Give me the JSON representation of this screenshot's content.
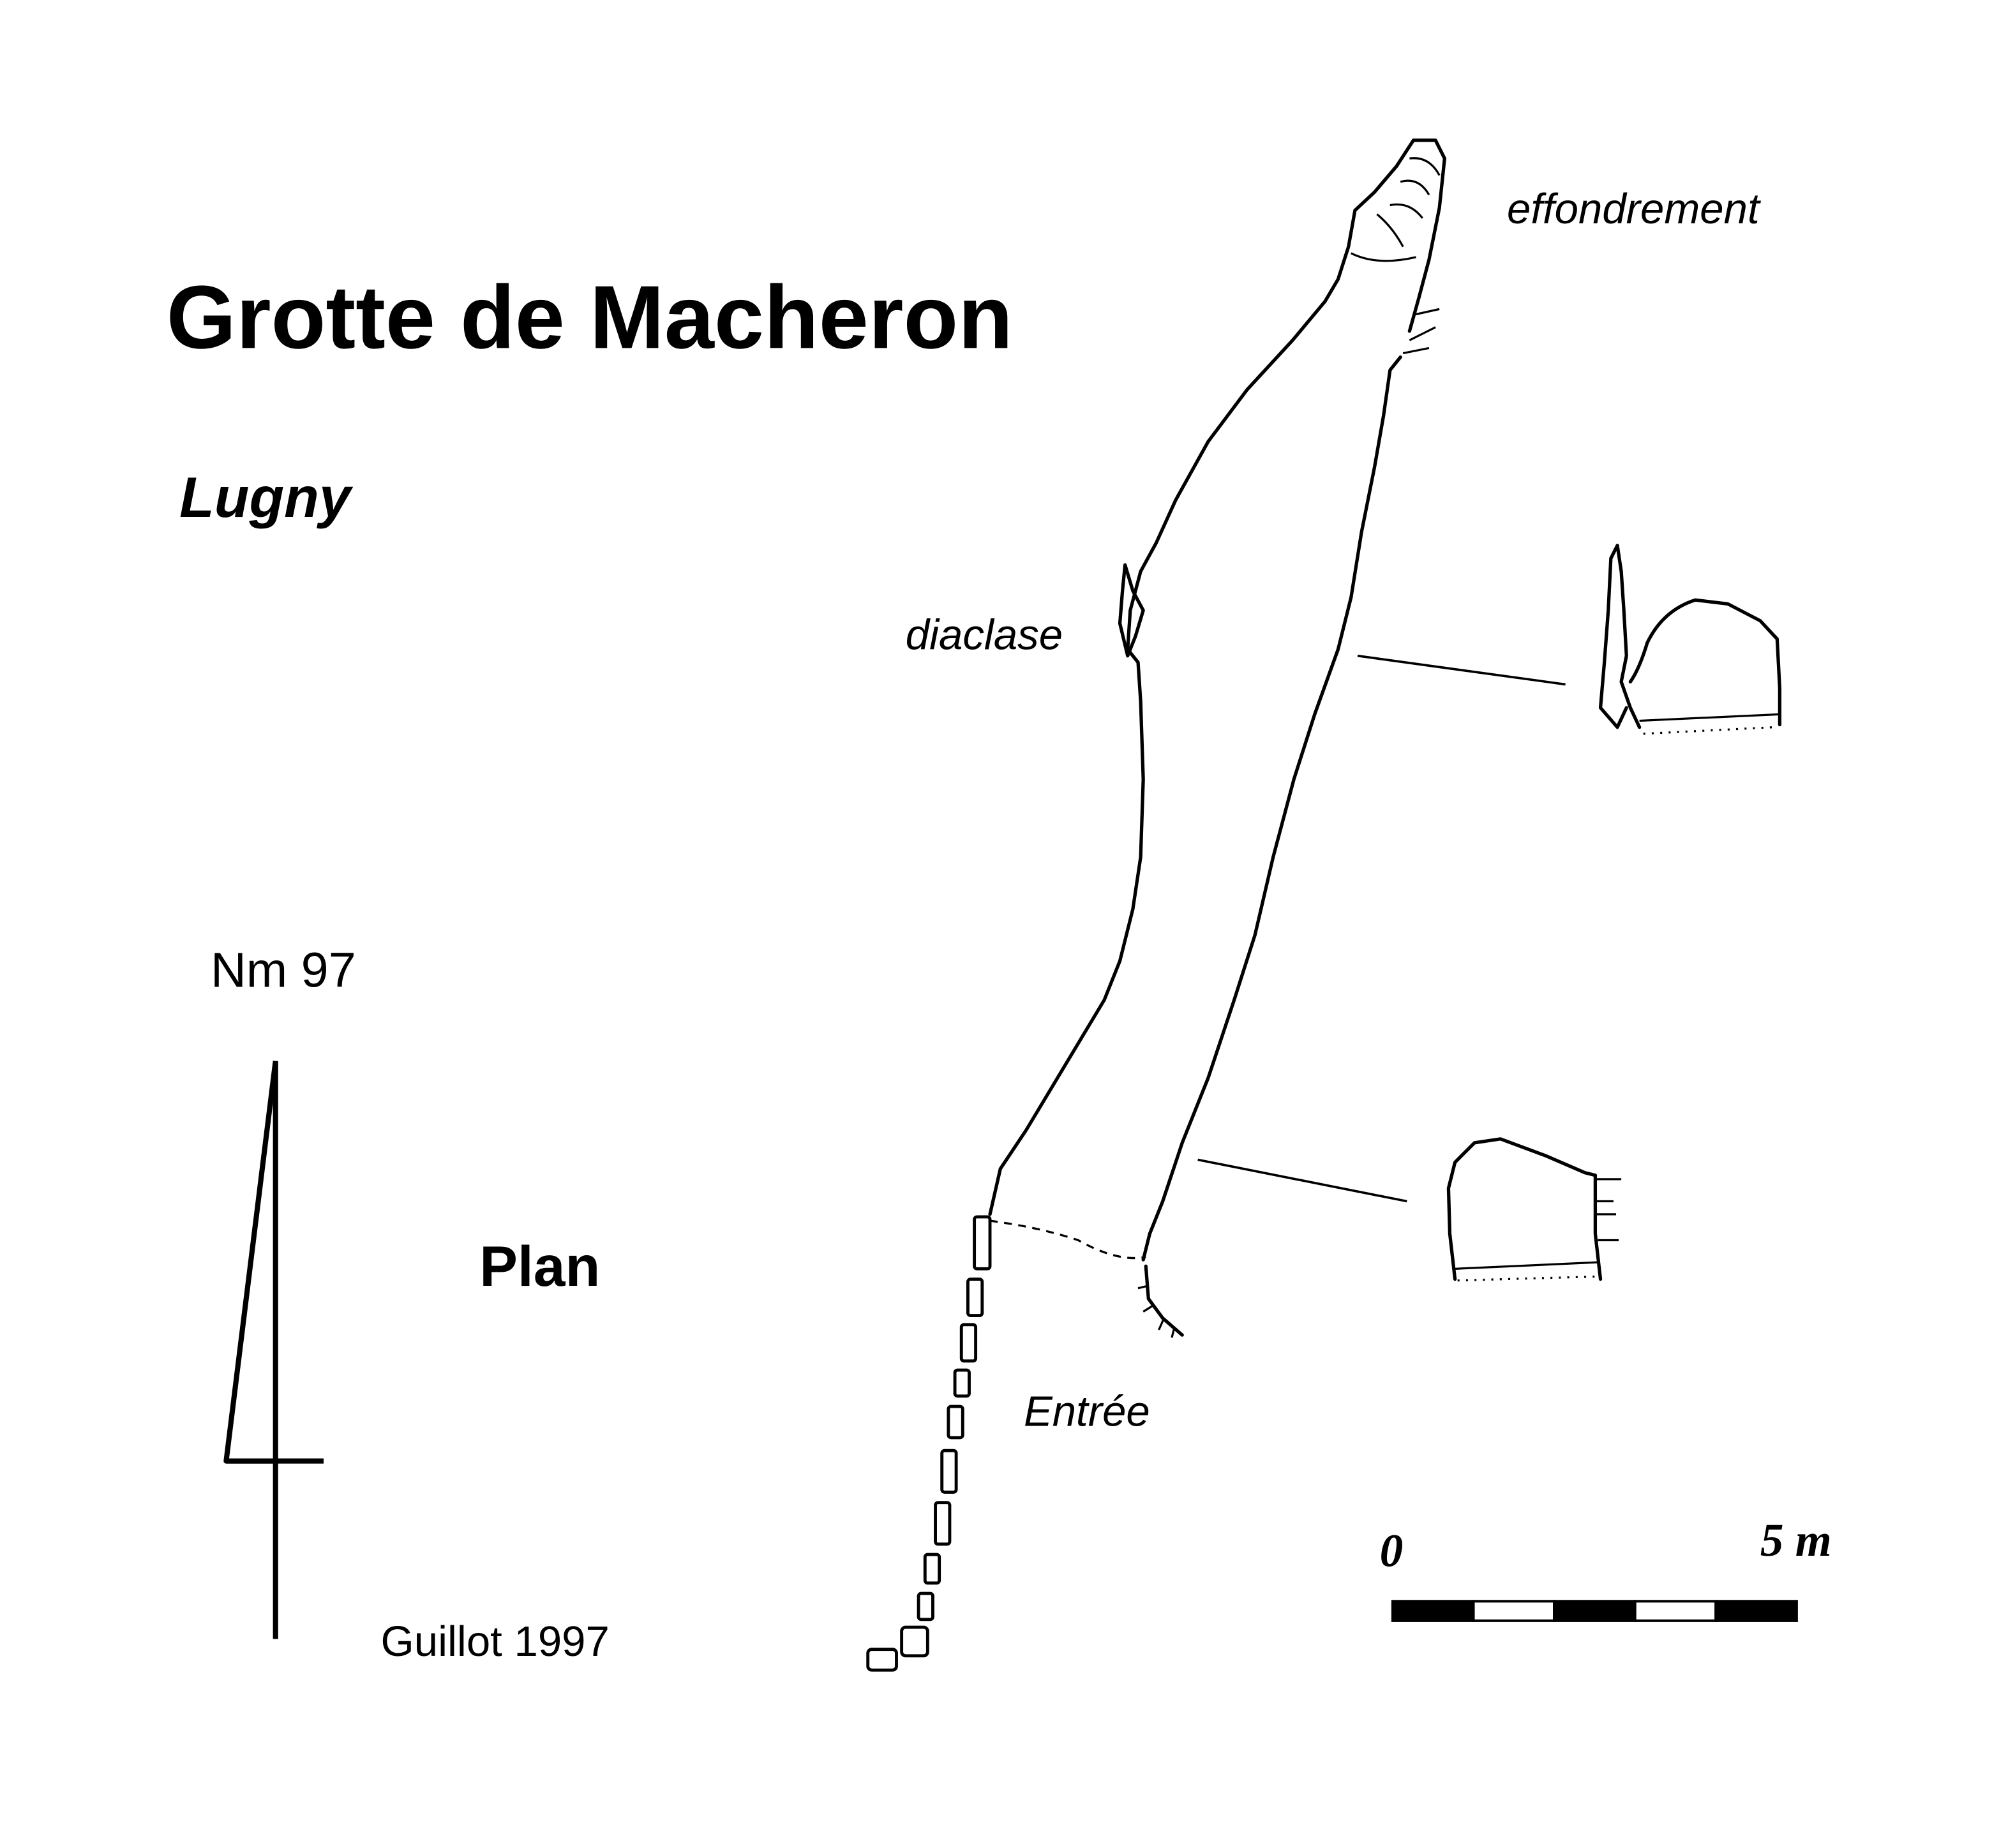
{
  "title": "Grotte de Macheron",
  "locality": "Lugny",
  "north": {
    "label": "Nm 97"
  },
  "view_label": "Plan",
  "author": "Guillot 1997",
  "annotations": {
    "collapse": "effondrement",
    "fissure": "diaclase",
    "entrance": "Entrée"
  },
  "scale_bar": {
    "start_label": "0",
    "end_label": "5 m",
    "segments": 5
  },
  "colors": {
    "ink": "#000000",
    "paper": "#ffffff"
  }
}
